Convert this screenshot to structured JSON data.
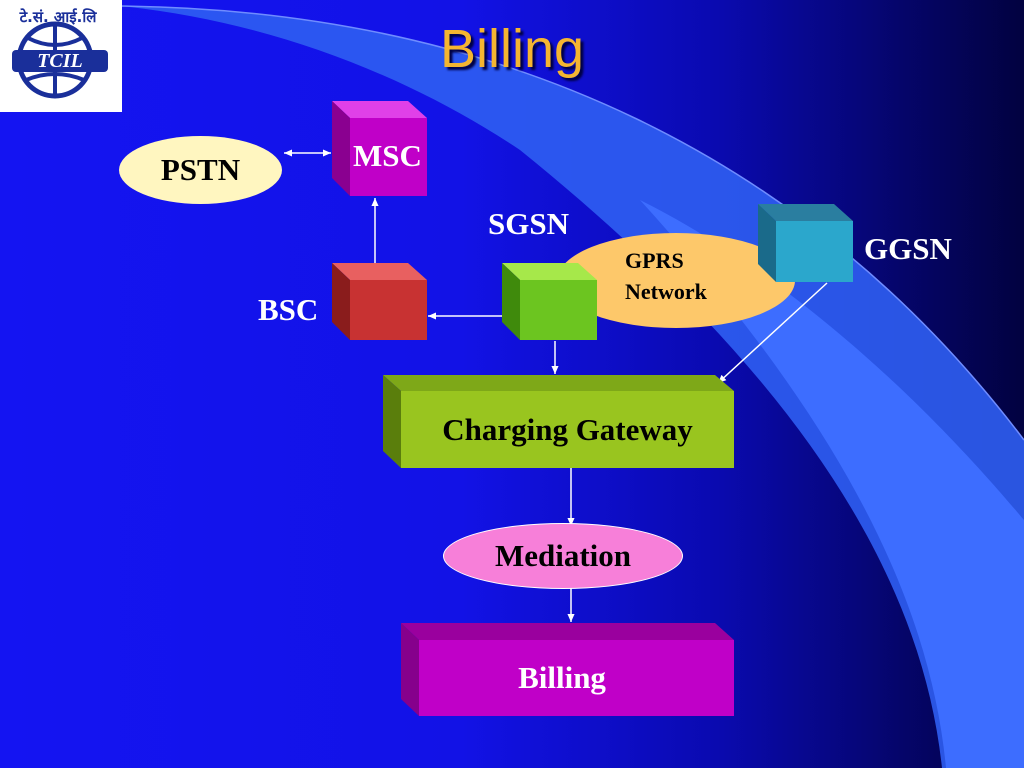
{
  "slide": {
    "title": "Billing"
  },
  "logo": {
    "devanagari_text": "टे.सं. आई.लि",
    "mark_text": "TCIL"
  },
  "nodes": {
    "pstn": "PSTN",
    "msc": "MSC",
    "bsc": "BSC",
    "sgsn": "SGSN",
    "gprs_line1": "GPRS",
    "gprs_line2": "Network",
    "ggsn": "GGSN",
    "charging_gateway": "Charging Gateway",
    "mediation": "Mediation",
    "billing": "Billing"
  },
  "colors": {
    "title": "#f5b531",
    "msc": "#c000c8",
    "bsc": "#c83232",
    "sgsn": "#6cc520",
    "ggsn": "#2ba7cc",
    "gprs": "#fdc86a",
    "charging_gateway": "#99c51f",
    "mediation": "#f77fd9",
    "billing": "#c000c8",
    "pstn": "#fff6c0"
  }
}
